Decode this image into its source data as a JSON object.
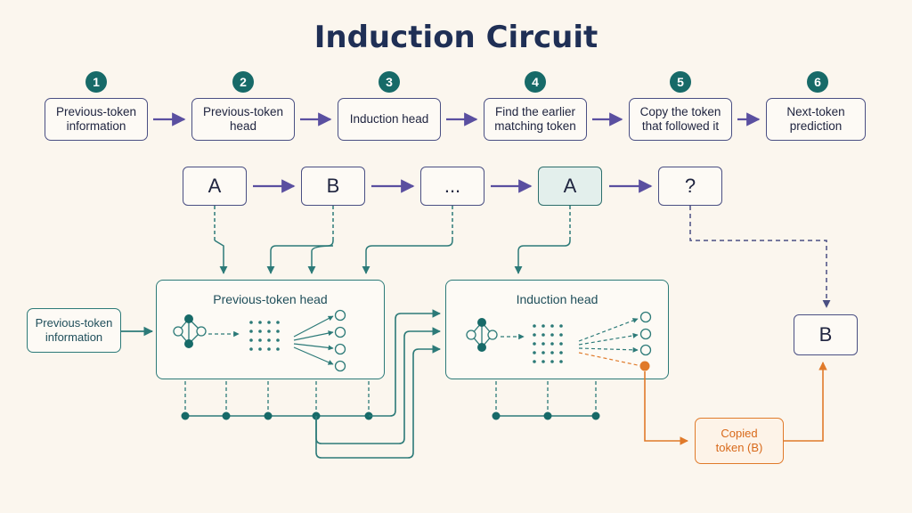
{
  "title": "Induction Circuit",
  "steps": [
    {
      "num": "1",
      "label": "Previous-token information"
    },
    {
      "num": "2",
      "label": "Previous-token head"
    },
    {
      "num": "3",
      "label": "Induction head"
    },
    {
      "num": "4",
      "label": "Find the earlier matching token"
    },
    {
      "num": "5",
      "label": "Copy the token that followed it"
    },
    {
      "num": "6",
      "label": "Next-token prediction"
    }
  ],
  "tokens": [
    "A",
    "B",
    "...",
    "A",
    "?"
  ],
  "panels": {
    "prev_head": "Previous-token head",
    "induction_head": "Induction head"
  },
  "side_input": "Previous-token information",
  "copied_token": "Copied token (B)",
  "output_token": "B",
  "colors": {
    "navy": "#1f2f55",
    "step_border": "#4a4f83",
    "teal": "#2c7a78",
    "orange": "#e07a2a",
    "arrow_purple": "#5a4fa0"
  }
}
